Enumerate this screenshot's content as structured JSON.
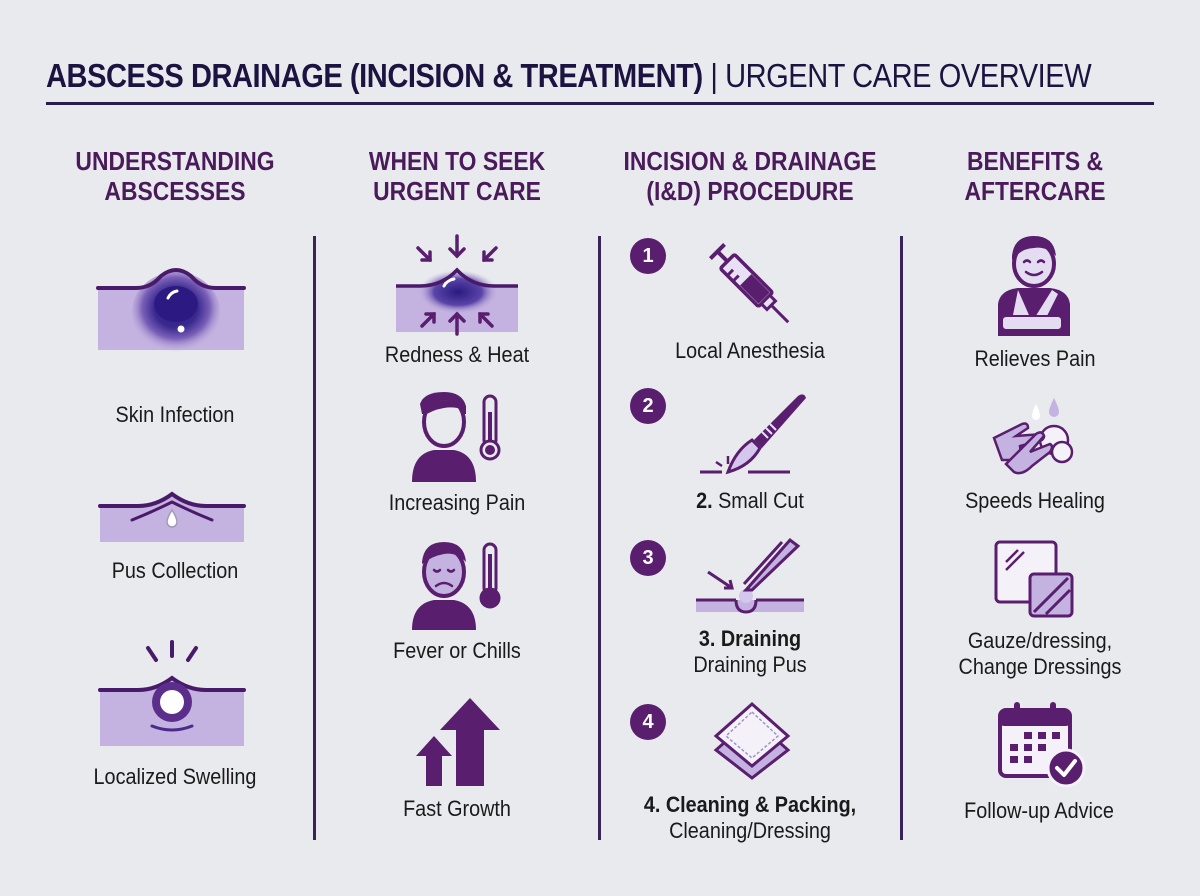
{
  "header": {
    "title_bold": "ABSCESS DRAINAGE (INCISION & TREATMENT)",
    "title_separator": " | ",
    "title_light": "URGENT CARE OVERVIEW"
  },
  "colors": {
    "background": "#e8eaee",
    "heading_purple": "#4a1a5a",
    "icon_purple": "#5a1e6e",
    "light_purple": "#c4b2e0",
    "title_navy": "#1c1340"
  },
  "columns": [
    {
      "heading_line1": "UNDERSTANDING",
      "heading_line2": "ABSCESSES",
      "items": [
        {
          "label": "Skin Infection",
          "icon": "skin-abscess-icon"
        },
        {
          "label": "Pus Collection",
          "icon": "pus-drop-icon"
        },
        {
          "label": "Localized Swelling",
          "icon": "swelling-icon"
        }
      ]
    },
    {
      "heading_line1": "WHEN TO SEEK",
      "heading_line2": "URGENT CARE",
      "items": [
        {
          "label": "Redness & Heat",
          "icon": "inflamed-skin-icon"
        },
        {
          "label": "Increasing Pain",
          "icon": "person-thermometer-icon"
        },
        {
          "label": "Fever or Chills",
          "icon": "sick-person-thermometer-icon"
        },
        {
          "label": "Fast Growth",
          "icon": "up-arrows-icon"
        }
      ]
    },
    {
      "heading_line1": "INCISION & DRAINAGE",
      "heading_line2": "(I&D) PROCEDURE",
      "steps": [
        {
          "number": "1",
          "bold": "",
          "label": "Local Anesthesia",
          "icon": "syringe-icon"
        },
        {
          "number": "2",
          "bold": "2.",
          "label": " Small Cut",
          "icon": "scalpel-icon"
        },
        {
          "number": "3",
          "bold": "3. Draining",
          "label": "Draining Pus",
          "icon": "tweezers-drain-icon"
        },
        {
          "number": "4",
          "bold": "4. Cleaning & Packing,",
          "label": "Cleaning/Dressing",
          "icon": "gauze-pad-icon"
        }
      ]
    },
    {
      "heading_line1": "BENEFITS &",
      "heading_line2": "AFTERCARE",
      "items": [
        {
          "label": "Relieves Pain",
          "icon": "person-sling-icon"
        },
        {
          "label": "Speeds Healing",
          "icon": "hand-washing-icon"
        },
        {
          "label_line1": "Gauze/dressing,",
          "label_line2": "Change Dressings",
          "icon": "dressing-squares-icon"
        },
        {
          "label": "Follow-up Advice",
          "icon": "calendar-check-icon"
        }
      ]
    }
  ]
}
